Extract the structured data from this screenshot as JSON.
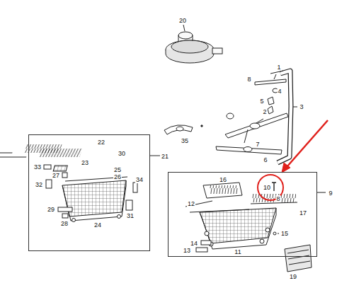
{
  "diagram": {
    "nodes": [
      {
        "text": [
          "21"
        ]
      },
      {
        "text": [
          "9"
        ]
      },
      {
        "text": [
          "10"
        ],
        "in": 1
      }
    ],
    "labels": [
      "20",
      "1",
      "8",
      "4",
      "5",
      "2",
      "3",
      "7",
      "35",
      "6",
      "22",
      "30",
      "23",
      "33",
      "25",
      "27",
      "26",
      "32",
      "34",
      "24",
      "31",
      "29",
      "28",
      "16",
      "12",
      "8",
      "17",
      "15",
      "14",
      "11",
      "13",
      "19"
    ]
  }
}
